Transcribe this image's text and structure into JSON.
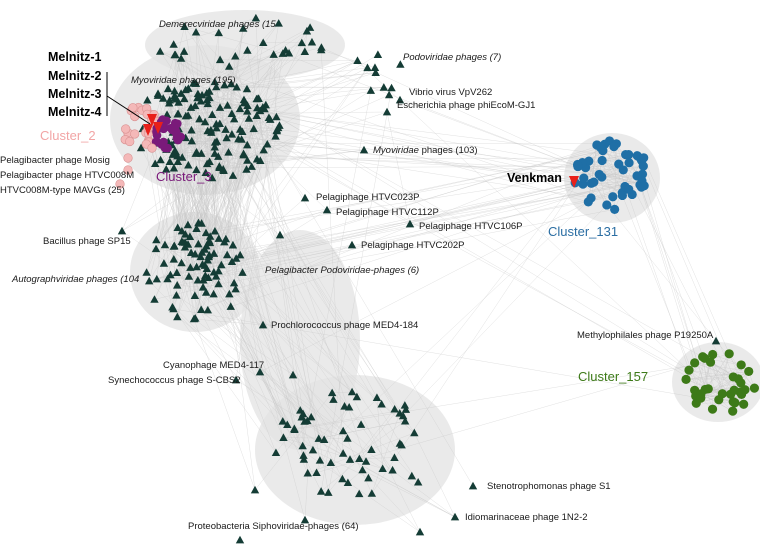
{
  "colors": {
    "edge": "#c8c8c8",
    "triangle_node": "#143c35",
    "cluster_2": "#f4b8b8",
    "cluster_3": "#7a1a7a",
    "cluster_131": "#1f6fa6",
    "cluster_157": "#3d7a18",
    "highlight": "#e8201a"
  },
  "node_shapes": {
    "phage_reference": "triangle",
    "cluster_member": "circle",
    "highlight": "arrowhead"
  },
  "melnitz_labels": [
    "Melnitz-1",
    "Melnitz-2",
    "Melnitz-3",
    "Melnitz-4"
  ],
  "venkman_label": "Venkman",
  "clusters": {
    "cluster_2": "Cluster_2",
    "cluster_3": "Cluster_3",
    "cluster_131": "Cluster_131",
    "cluster_157": "Cluster_157"
  },
  "group_labels": {
    "demerecviridae": "Demerecviridae phages (15",
    "podoviridae": "Podoviridae phages (7)",
    "myoviridae_195": "Myoviridae phages (195)",
    "myoviridae_103": "Myoviridae",
    "myoviridae_103_suffix": " phages (103)",
    "autographviridae": "Autographviridae phages (104",
    "pelagibacter_podo": "Pelagibacter Podoviridae-phages (6)",
    "proteobacteria_sipho": "Proteobacteria Siphoviridae-phages (64)",
    "htvc008m_mavgs": "HTVC008M-type MAVGs (25)"
  },
  "phage_labels": {
    "vibrio": "Vibrio virus VpV262",
    "escherichia": "Escherichia phage phiEcoM-GJ1",
    "mosig": "Pelagibacter phage Mosig",
    "htvc008m": "Pelagibacter phage HTVC008M",
    "bacillus": "Bacillus phage SP15",
    "htvc023p": "Pelagiphage HTVC023P",
    "htvc112p": "Pelagiphage HTVC112P",
    "htvc106p": "Pelagiphage HTVC106P",
    "htvc202p": "Pelagiphage HTVC202P",
    "med4_184": "Prochlorococcus phage MED4-184",
    "med4_117": "Cyanophage MED4-117",
    "scbs2": "Synechococcus phage S-CBS2",
    "methylophilales": "Methylophilales phage P19250A",
    "stenotrophomonas": "Stenotrophomonas phage S1",
    "idiomarinaceae": "Idiomarinaceae phage 1N2-2"
  }
}
